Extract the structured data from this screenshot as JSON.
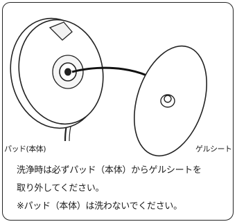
{
  "labels": {
    "pad": "パッド(本体)",
    "gel_sheet": "ゲルシート"
  },
  "instructions": {
    "line1": "洗浄時は必ずパッド（本体）からゲルシートを",
    "line2": "取り外してください。",
    "line3": "※パッド（本体）は洗わないでください。"
  },
  "colors": {
    "stroke": "#222222",
    "border": "#222222",
    "background": "#ffffff"
  }
}
